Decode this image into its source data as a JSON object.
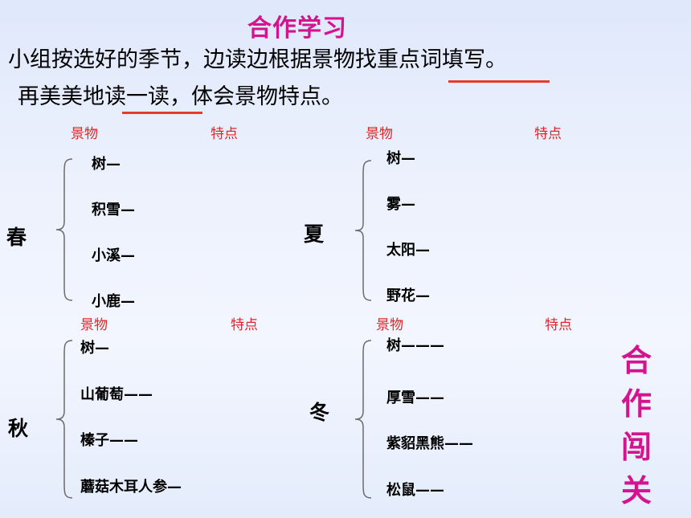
{
  "title": "合作学习",
  "instructions": {
    "line1": "小组按选好的季节，边读边根据景物找重点词填写。",
    "line2": "再美美地读一读，体会景物特点。"
  },
  "header_labels": {
    "scenery": "景物",
    "feature": "特点"
  },
  "seasons": {
    "spring": {
      "name": "春",
      "items": [
        "树—",
        "积雪—",
        "小溪—",
        "小鹿—"
      ]
    },
    "summer": {
      "name": "夏",
      "items": [
        "树—",
        "雾—",
        "太阳—",
        "野花—"
      ]
    },
    "autumn": {
      "name": "秋",
      "items": [
        "树—",
        "山葡萄——",
        "榛子——",
        "蘑菇木耳人参—"
      ]
    },
    "winter": {
      "name": "冬",
      "items": [
        "树———",
        "厚雪——",
        "紫貂黑熊——",
        "松鼠——"
      ]
    }
  },
  "side_title": [
    "合",
    "作",
    "闯",
    "关"
  ],
  "colors": {
    "title": "#d4148f",
    "header": "#e0262a",
    "underline": "#e83a2a"
  }
}
